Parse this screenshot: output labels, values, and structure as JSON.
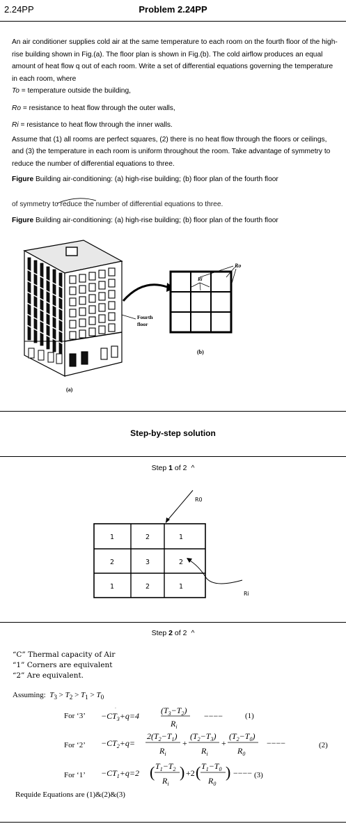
{
  "header": {
    "code": "2.24PP",
    "title": "Problem  2.24PP"
  },
  "problem": {
    "p1": "An air conditioner supplies cold air at the same temperature to each room on the fourth floor of the high-rise building shown in Fig.(a). The floor plan is shown in Fig.(b). The cold airflow produces an equal amount of heat flow q out of each room. Write a set of differential equations governing the temperature in each room, where",
    "def1_sym": "To",
    "def1_text": " = temperature outside the building,",
    "def2_sym": "Ro",
    "def2_text": " = resistance to heat flow through the outer walls,",
    "def3_sym": "Ri",
    "def3_text": " = resistance to heat flow through the inner walls.",
    "p2": "Assume that (1) all rooms are perfect squares, (2) there is no heat flow through the floors or ceilings, and (3) the temperature in each room is uniform throughout the room. Take advantage of symmetry to reduce the number of differential equations to three.",
    "fig_label": "Figure",
    "fig_caption": " Building air-conditioning: (a) high-rise building; (b) floor plan of the fourth floor",
    "garbled_line": "of symmetry to reduce the number of differential equations to three.",
    "fig_label2": "Figure",
    "fig_caption2": " Building air-conditioning: (a) high-rise building; (b) floor plan of the fourth floor"
  },
  "figure": {
    "label_a": "(a)",
    "label_b": "(b)",
    "fourth_floor_1": "Fourth",
    "fourth_floor_2": "floor",
    "ro": "Ro",
    "ri": "Ri"
  },
  "solution_title": "Step-by-step solution",
  "step1": {
    "word": "Step ",
    "num": "1",
    "of": " of 2",
    "grid": [
      "1",
      "2",
      "1",
      "2",
      "3",
      "2",
      "1",
      "2",
      "1"
    ],
    "r0": "R0",
    "ri": "Ri"
  },
  "step2": {
    "word": "Step ",
    "num": "2",
    "of": " of 2",
    "line1": "“C” Thermal capacity of Air",
    "line2": "“1” Corners are equivalent",
    "line3": "“2” Are equivalent.",
    "assume": "Assuming:",
    "for3": "For ‘3’",
    "for2": "For ‘2’",
    "for1": "For ‘1’",
    "eqnum1": "(1)",
    "eqnum2": "(2)",
    "eqnum3": "(3)",
    "required": "Requide Equations are (1)&(2)&(3)"
  }
}
